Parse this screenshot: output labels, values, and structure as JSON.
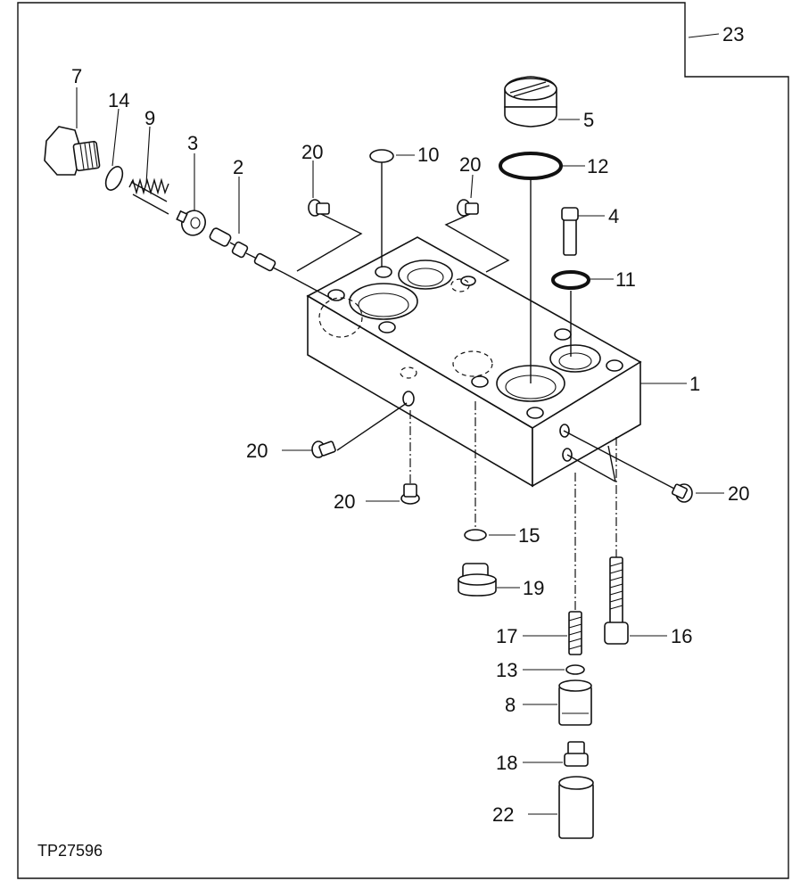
{
  "figure_id": "TP27596",
  "labels": {
    "l1": "1",
    "l2": "2",
    "l3": "3",
    "l4": "4",
    "l5": "5",
    "l7": "7",
    "l8": "8",
    "l9": "9",
    "l10": "10",
    "l11": "11",
    "l12": "12",
    "l13": "13",
    "l14": "14",
    "l15": "15",
    "l16": "16",
    "l17": "17",
    "l18": "18",
    "l19": "19",
    "l20a": "20",
    "l20b": "20",
    "l20c": "20",
    "l20d": "20",
    "l20e": "20",
    "l22": "22",
    "l23": "23"
  },
  "colors": {
    "ink": "#111111",
    "paper": "#ffffff"
  }
}
